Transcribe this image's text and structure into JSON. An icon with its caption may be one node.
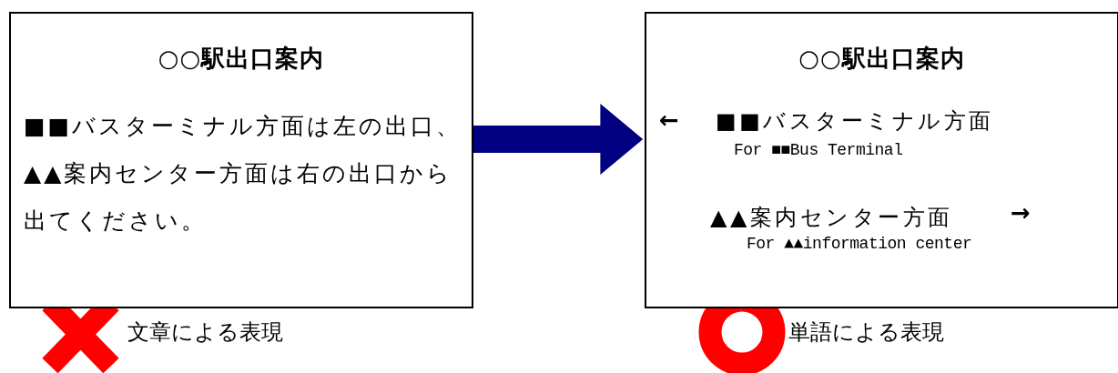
{
  "diagram": {
    "nodes": [
      {
        "text": [
          "○○駅出口案内",
          "■■バスターミナル方面は左の出口、▲▲案内センター方面は右の出口から出てください。"
        ],
        "beside": [
          "文章による表現"
        ]
      },
      {
        "text": [
          "○○駅出口案内",
          "←",
          "■■バスターミナル方面",
          "For ■■Bus Terminal",
          "▲▲案内センター方面",
          "→",
          "For ▲▲information center"
        ],
        "beside": [
          "単語による表現"
        ]
      }
    ],
    "edges": [
      {
        "from": 0,
        "to": 1,
        "arrow": "to",
        "color": "#000080"
      }
    ]
  }
}
